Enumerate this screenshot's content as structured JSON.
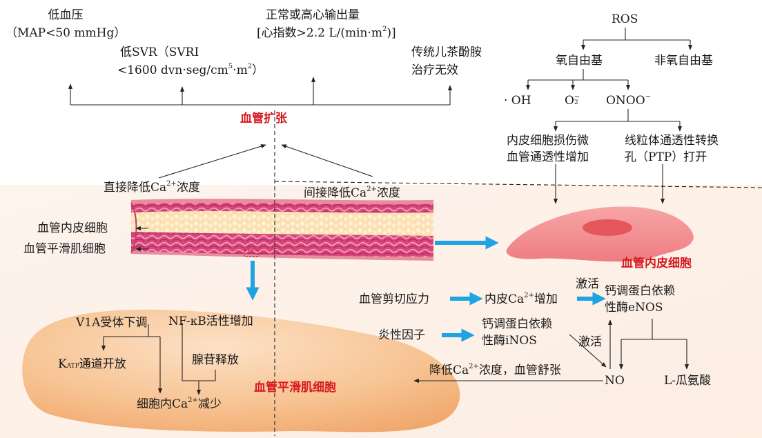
{
  "top": {
    "hypotension": {
      "line1": "低血压",
      "line2": "（MAP<50 mmHg）"
    },
    "svr": {
      "line1": "低SVR（SVRI",
      "line2_a": "<1600 dvn·seg/cm",
      "line2_sup": "5",
      "line2_b": "·m",
      "line2_sup2": "2",
      "line2_c": "）"
    },
    "cardiac_output": {
      "line1": "正常或高心输出量",
      "line2_a": "[心指数>2.2 L/(min·m",
      "line2_sup": "2",
      "line2_b": ")]"
    },
    "catecholamine": {
      "line1": "传统儿茶酚胺",
      "line2": "治疗无效"
    },
    "vasodilation": "血管扩张"
  },
  "ca": {
    "direct": {
      "a": "直接降低Ca",
      "sup": "2+",
      "b": "浓度"
    },
    "indirect": {
      "a": "间接降低Ca",
      "sup": "2+",
      "b": "浓度"
    }
  },
  "vessel": {
    "endothelial_label": "血管内皮细胞",
    "smooth_muscle_label": "血管平滑肌细胞"
  },
  "ros": {
    "title": "ROS",
    "oxygen": "氧自由基",
    "non_oxygen": "非氧自由基",
    "oh": "· OH",
    "o2": {
      "base": "O",
      "sub": "2",
      "sup": "−"
    },
    "onoo": {
      "base": "ONOO",
      "sup": "−"
    },
    "endothelial_damage": {
      "line1": "内皮细胞损伤微",
      "line2": "血管通透性增加"
    },
    "ptp": {
      "line1": "线粒体通透性转换",
      "line2": "孔（PTP）打开"
    }
  },
  "endothelial_cell": {
    "label": "血管内皮细胞"
  },
  "pathway": {
    "shear": "血管剪切应力",
    "ca_increase": {
      "a": "内皮Ca",
      "sup": "2+",
      "b": "增加"
    },
    "activate1": "激活",
    "enos": {
      "line1": "钙调蛋白依赖",
      "line2": "性酶eNOS"
    },
    "inflammatory": "炎性因子",
    "inos": {
      "line1": "钙调蛋白依赖",
      "line2": "性酶iNOS"
    },
    "activate2": "激活",
    "no": "NO",
    "citrulline": "L-瓜氨酸",
    "relax": {
      "a": "降低Ca",
      "sup": "2+",
      "b": "浓度，血管舒张"
    }
  },
  "smooth_muscle": {
    "v1a": "V1A受体下调",
    "nfkb": "NF-κB活性增加",
    "katp": {
      "k": "K",
      "sub": "ATP",
      "b": "通道开放"
    },
    "adenosine": "腺苷释放",
    "ca_decrease": {
      "a": "细胞内Ca",
      "sup": "2+",
      "b": "减少"
    },
    "label": "血管平滑肌细胞"
  },
  "colors": {
    "red": "#d6181e",
    "blue": "#1fa3e3",
    "peach": "#f6c79c",
    "endothelial": "#f08a8d"
  }
}
